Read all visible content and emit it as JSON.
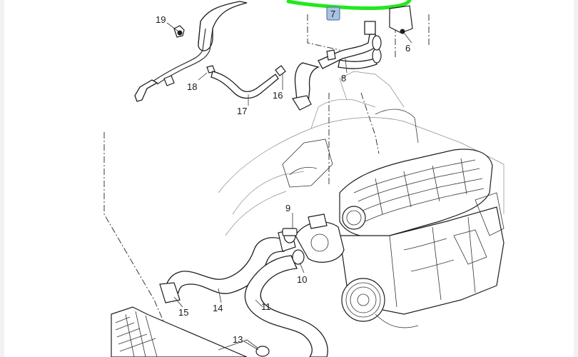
{
  "diagram": {
    "highlight_color": "#22e81e",
    "badge_color": "#a9c2e0",
    "callouts": {
      "c6": "6",
      "c7": "7",
      "c8": "8",
      "c9": "9",
      "c10": "10",
      "c11": "11",
      "c13": "13",
      "c14": "14",
      "c15": "15",
      "c16": "16",
      "c17": "17",
      "c18": "18",
      "c19": "19"
    }
  }
}
